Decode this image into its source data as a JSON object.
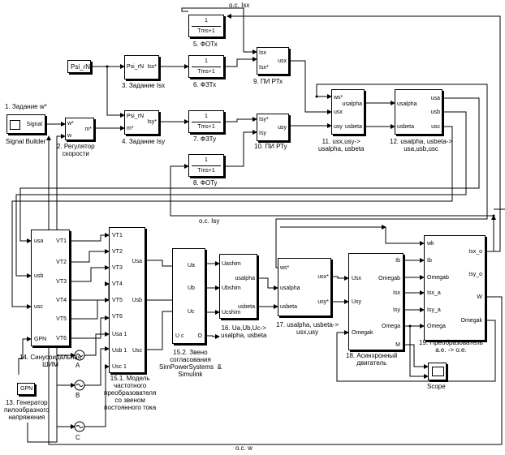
{
  "labels": {
    "oc_isx": "o.c. Isx",
    "oc_isy": "o.c. Isy",
    "oc_w": "o.c. w",
    "zadanie_w": "1. Задание w*",
    "signal_builder": "Signal Builder",
    "reg_skorosti": "2. Регулятор\nскорости",
    "zadanie_isx": "3. Задание Isx",
    "zadanie_isy": "4. Задание Isy",
    "fotx": "5. ФОТх",
    "fztx": "6. ФЗТх",
    "fzty": "7. ФЗТу",
    "foty": "8. ФОТу",
    "pi_rtx": "9. ПИ РТх",
    "pi_rty": "10. ПИ РТу",
    "b11": "11. usx,usy->\nusalpha, usbeta",
    "b12": "12. usalpha, usbeta->\nusa,usb,usc",
    "b13": "13. Генератор\nпилообразного\nнапряжения",
    "b14": "14. Синусоидальная\nШИМ",
    "b15_1": "15.1. Модель\nчастотного\nпреобразователя\nсо звеном\nпостоянного тока",
    "b15_2": "15.2. Звено\nсогласования\nSimPowerSystems  &\nSimulink",
    "b16": "16. Ua,Ub,Uc->\nusalpha, usbeta",
    "b17": "17. usalpha, usbeta->\nusx,usy",
    "b18": "18. Асинхронный\nдвигатель",
    "b19": "19. Преобразователь\nа.е. -> о.е.",
    "scope": "Scope",
    "src_a": "A",
    "src_b": "B",
    "src_c": "C"
  },
  "blocks": {
    "psi_rn_const": "Psi_rN",
    "signal": "Signal",
    "tf_num": "1",
    "tf_den": "Tms+1",
    "reg": {
      "in1": "w*",
      "in2": "w",
      "out": "m*"
    },
    "zx": {
      "in1": "Psi_rN",
      "out": "Isx*"
    },
    "zy": {
      "in1": "Psi_rN",
      "in2": "m*",
      "out": "Isy*"
    },
    "pix": {
      "in1": "Isx",
      "in2": "Isx*",
      "out": "usx"
    },
    "piy": {
      "in1": "Isy*",
      "in2": "Isy",
      "out": "usy"
    },
    "b11": {
      "in1": "ws*",
      "in2": "usx",
      "in3": "usy",
      "out1": "usalpha",
      "out2": "usbeta"
    },
    "b12": {
      "in1": "usalpha",
      "in2": "usbeta",
      "out1": "usa",
      "out2": "usb",
      "out3": "usc"
    },
    "pwm": {
      "in1": "usa",
      "in2": "usb",
      "in3": "usc",
      "in4": "GPN",
      "out1": "VT1",
      "out2": "VT2",
      "out3": "VT3",
      "out4": "VT4",
      "out5": "VT5",
      "out6": "VT6"
    },
    "gpn": "GPN",
    "conv": {
      "in1": "VT1",
      "in2": "VT2",
      "in3": "VT3",
      "in4": "VT4",
      "in5": "VT5",
      "in6": "VT6",
      "in7": "Usa 1",
      "in8": "Usb 1",
      "in9": "Usc 1",
      "out1": "Usa",
      "out2": "Usb",
      "out3": "Usc"
    },
    "link": {
      "p1": "Ua",
      "p2": "Ub",
      "p3": "Uc",
      "p4": "U c",
      "out": "O"
    },
    "b16": {
      "in1": "Uashim",
      "in2": "Ubshim",
      "in3": "Ucshim",
      "out1": "usalpha",
      "out2": "usbeta"
    },
    "b17": {
      "in1": "ws*",
      "in2": "usalpha",
      "in3": "usbeta",
      "out1": "usx*",
      "out2": "usy*"
    },
    "motor": {
      "in1": "Usx",
      "in2": "Usy",
      "in3": "Omegak",
      "out1": "Ib",
      "out2": "Omegab",
      "out3": "Isx",
      "out4": "Isy",
      "out5": "Omega",
      "out6": "M"
    },
    "b19": {
      "in1": "wk",
      "in2": "Ib",
      "in3": "Omegab",
      "in4": "Isx_a",
      "in5": "Isy_a",
      "in6": "Omega",
      "out1": "Isx_o",
      "out2": "Isy_o",
      "out3": "W",
      "out4": "Omegak"
    }
  }
}
